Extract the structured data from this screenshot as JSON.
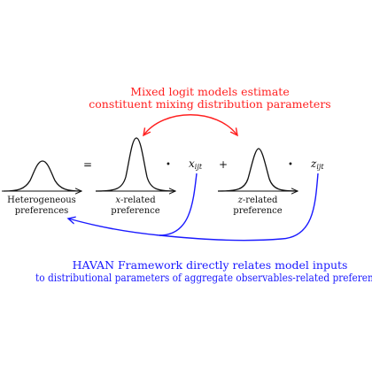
{
  "top_note": {
    "line1": "Mixed logit models estimate",
    "line2": "constituent mixing distribution parameters",
    "color": "#ff2020"
  },
  "equation": {
    "equals": "=",
    "dot": "•",
    "plus": "+",
    "x_var": "x",
    "x_sub": "ijt",
    "z_var": "z",
    "z_sub": "ijt"
  },
  "distributions": [
    {
      "line1": "Heterogeneous",
      "line2": "preferences"
    },
    {
      "line1_var": "x",
      "line1_rest": "-related",
      "line2": "preference"
    },
    {
      "line1_var": "z",
      "line1_rest": "-related",
      "line2": "preference"
    }
  ],
  "bottom_note": {
    "line1": "HAVAN Framework directly relates model inputs",
    "line2": "to distributional parameters of aggregate observables-related preference",
    "color": "#1a1aff"
  },
  "icons": {
    "axis_arrow": "arrow-right-icon",
    "bell_curve": "bell-curve-icon",
    "double_arrow": "double-arrow-icon"
  }
}
